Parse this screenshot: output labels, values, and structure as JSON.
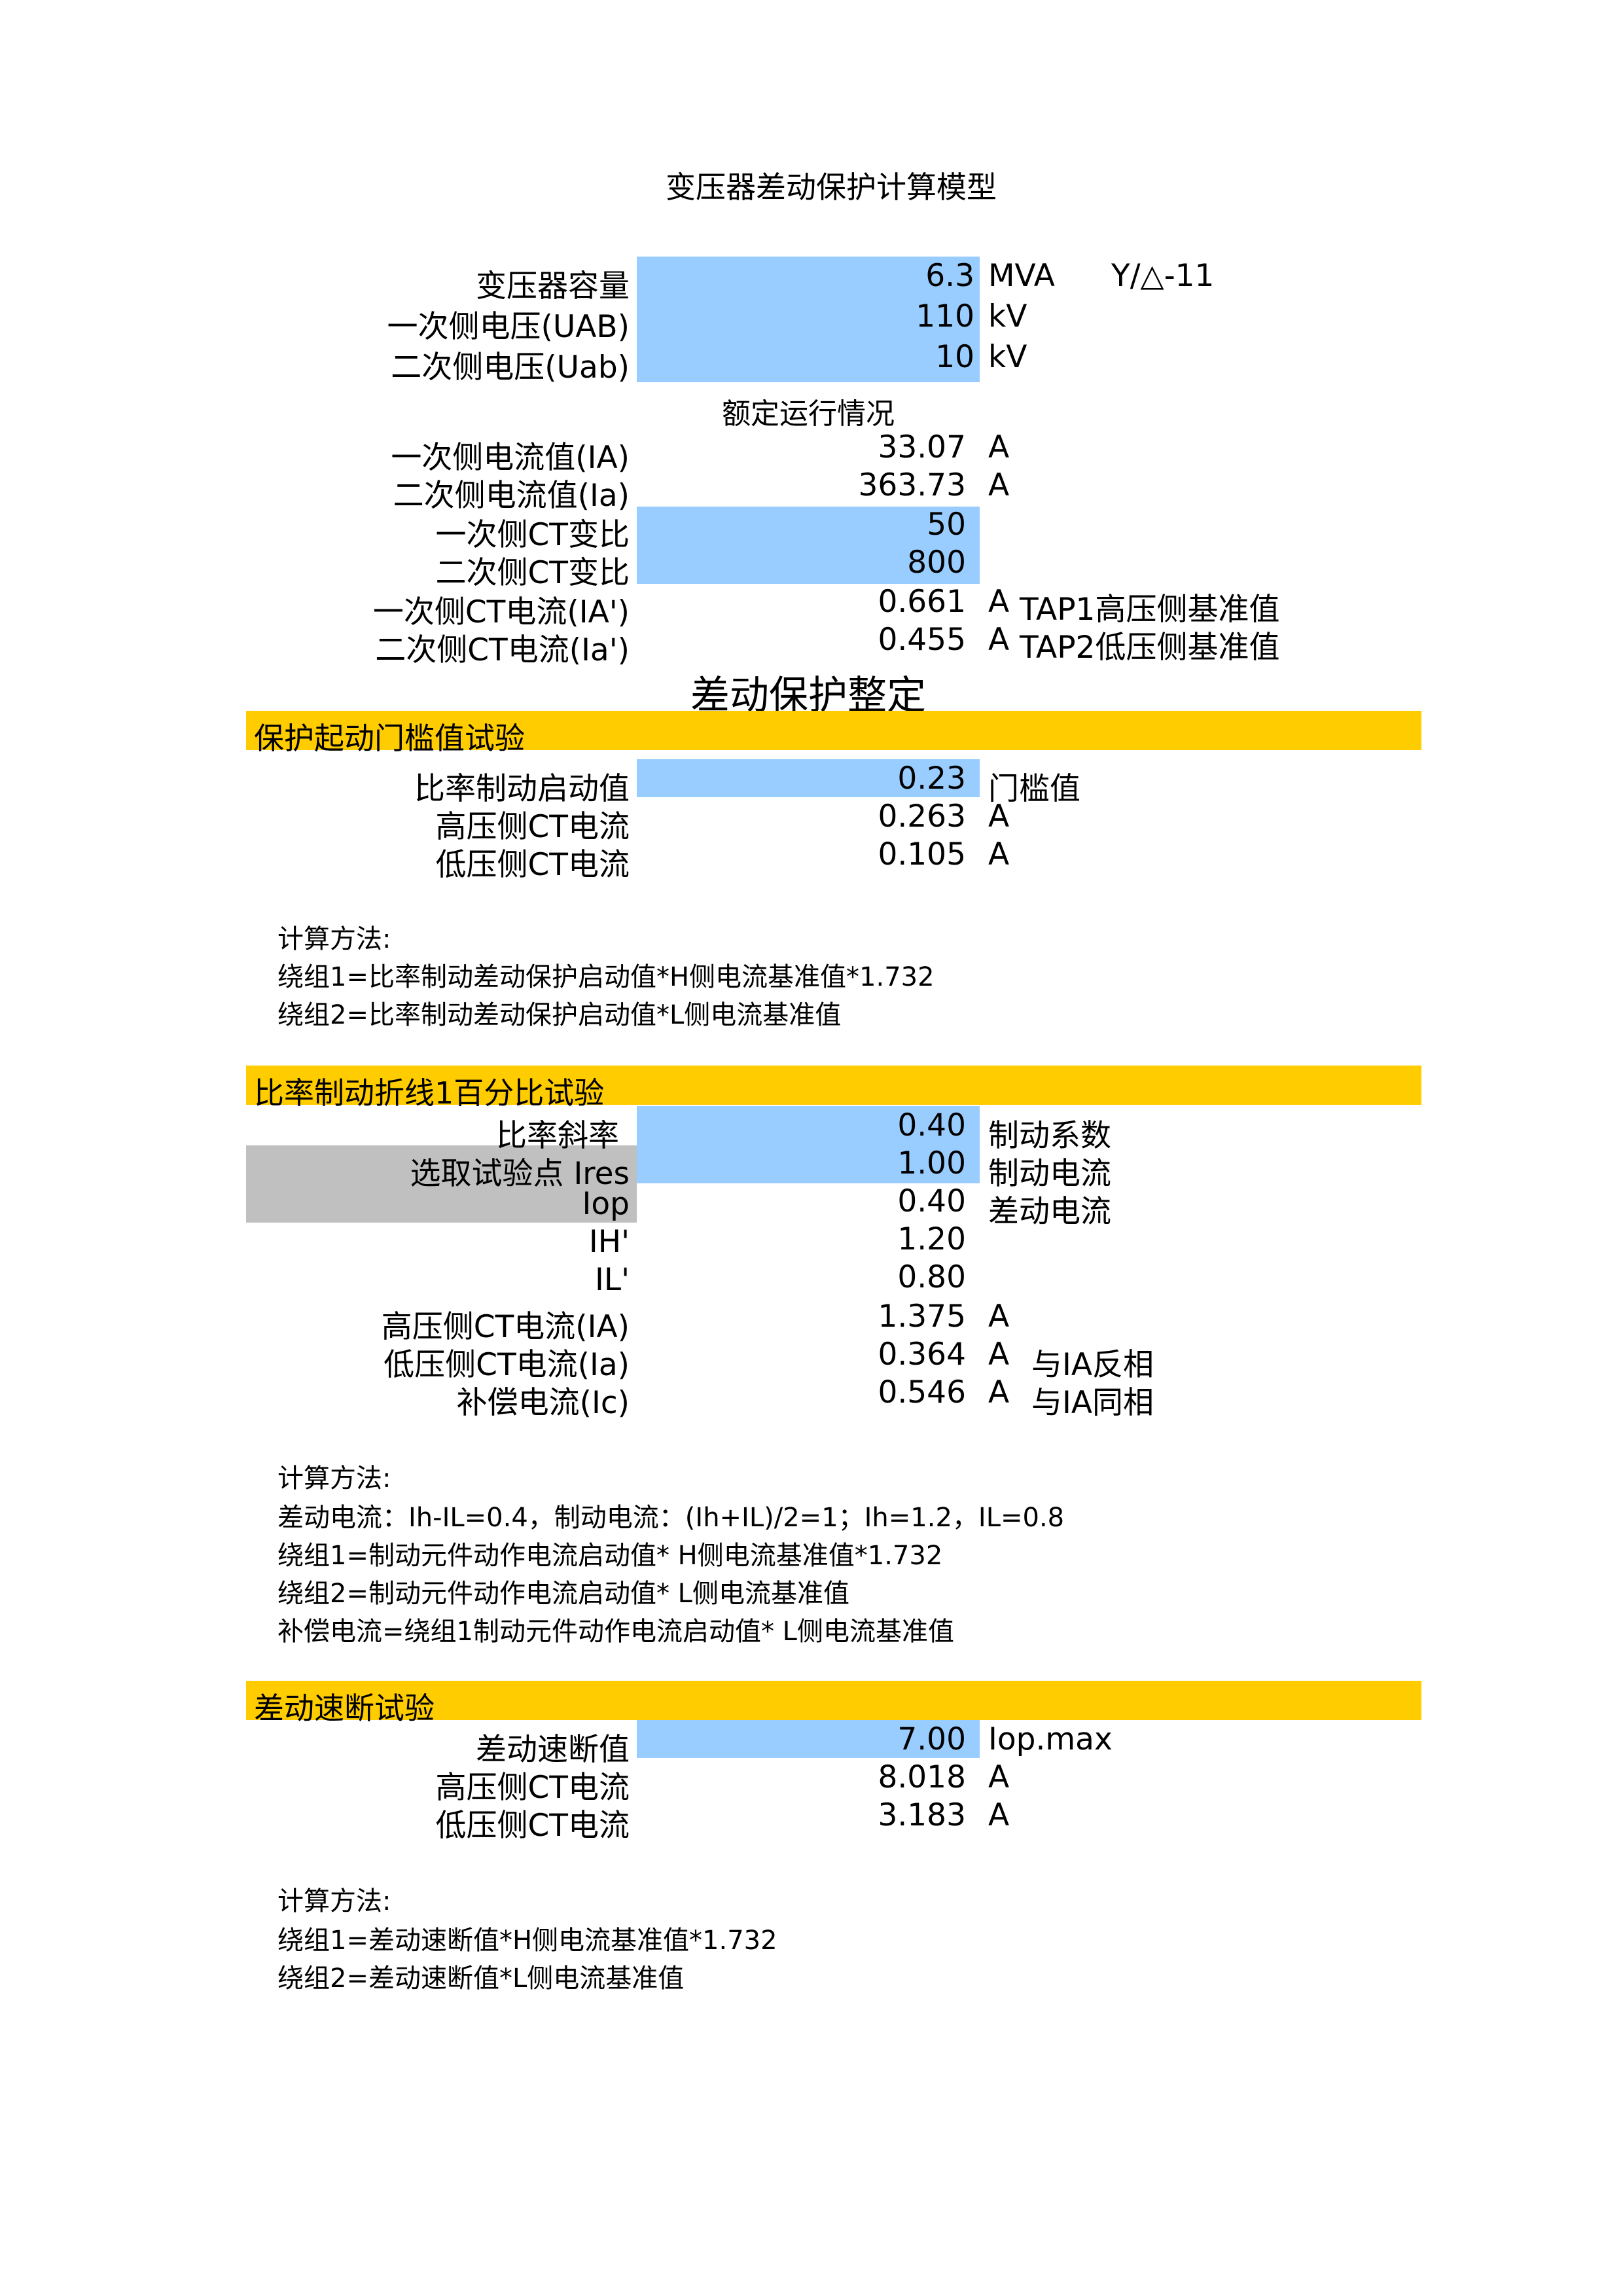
{
  "title": "变压器差动保护计算模型",
  "colors": {
    "input_fill": "#99ccff",
    "section_fill": "#ffcc00",
    "selector_fill": "#c0c0c0"
  },
  "base": {
    "capacity": {
      "label": "变压器容量",
      "value": "6.3",
      "unit": "MVA",
      "connection": "Y/△-11"
    },
    "uab": {
      "label": "一次侧电压(UAB)",
      "value": "110",
      "unit": "kV"
    },
    "uab2": {
      "label": "二次侧电压(Uab)",
      "value": "10",
      "unit": "kV"
    }
  },
  "rated_heading": "额定运行情况",
  "rated": {
    "ia": {
      "label": "一次侧电流值(IA)",
      "value": "33.07",
      "unit": "A"
    },
    "ia2": {
      "label": "二次侧电流值(Ia)",
      "value": "363.73",
      "unit": "A"
    },
    "ct1": {
      "label": "一次侧CT变比",
      "value": "50"
    },
    "ct2": {
      "label": "二次侧CT变比",
      "value": "800"
    },
    "cti1": {
      "label": "一次侧CT电流(IA')",
      "value": "0.661",
      "unit": "A",
      "note": "TAP1高压侧基准值"
    },
    "cti2": {
      "label": "二次侧CT电流(Ia')",
      "value": "0.455",
      "unit": "A",
      "note": "TAP2低压侧基准值"
    }
  },
  "setting_heading": "差动保护整定",
  "section1": {
    "title": "保护起动门槛值试验",
    "start": {
      "label": "比率制动启动值",
      "value": "0.23",
      "note": "门槛值"
    },
    "hv": {
      "label": "高压侧CT电流",
      "value": "0.263",
      "unit": "A"
    },
    "lv": {
      "label": "低压侧CT电流",
      "value": "0.105",
      "unit": "A"
    },
    "method": [
      "计算方法:",
      "绕组1=比率制动差动保护启动值*H侧电流基准值*1.732",
      "绕组2=比率制动差动保护启动值*L侧电流基准值"
    ]
  },
  "section2": {
    "title": "比率制动折线1百分比试验",
    "slope": {
      "label": "比率斜率",
      "value": "0.40",
      "note": "制动系数"
    },
    "ires": {
      "label": "选取试验点 Ires",
      "value": "1.00",
      "note": "制动电流"
    },
    "iop": {
      "label": "Iop",
      "value": "0.40",
      "note": "差动电流"
    },
    "ih": {
      "label": "IH'",
      "value": "1.20"
    },
    "il": {
      "label": "IL'",
      "value": "0.80"
    },
    "hv": {
      "label": "高压侧CT电流(IA)",
      "value": "1.375",
      "unit": "A"
    },
    "lv": {
      "label": "低压侧CT电流(Ia)",
      "value": "0.364",
      "unit": "A",
      "note": "与IA反相"
    },
    "ic": {
      "label": "补偿电流(Ic)",
      "value": "0.546",
      "unit": "A",
      "note": "与IA同相"
    },
    "method": [
      "计算方法:",
      "差动电流：Ih-IL=0.4，制动电流：(Ih+IL)/2=1；Ih=1.2，IL=0.8",
      "绕组1=制动元件动作电流启动值* H侧电流基准值*1.732",
      "绕组2=制动元件动作电流启动值* L侧电流基准值",
      "补偿电流=绕组1制动元件动作电流启动值* L侧电流基准值"
    ]
  },
  "section3": {
    "title": "差动速断试验",
    "quick": {
      "label": "差动速断值",
      "value": "7.00",
      "note": "Iop.max"
    },
    "hv": {
      "label": "高压侧CT电流",
      "value": "8.018",
      "unit": "A"
    },
    "lv": {
      "label": "低压侧CT电流",
      "value": "3.183",
      "unit": "A"
    },
    "method": [
      "计算方法:",
      "绕组1=差动速断值*H侧电流基准值*1.732",
      "绕组2=差动速断值*L侧电流基准值"
    ]
  }
}
